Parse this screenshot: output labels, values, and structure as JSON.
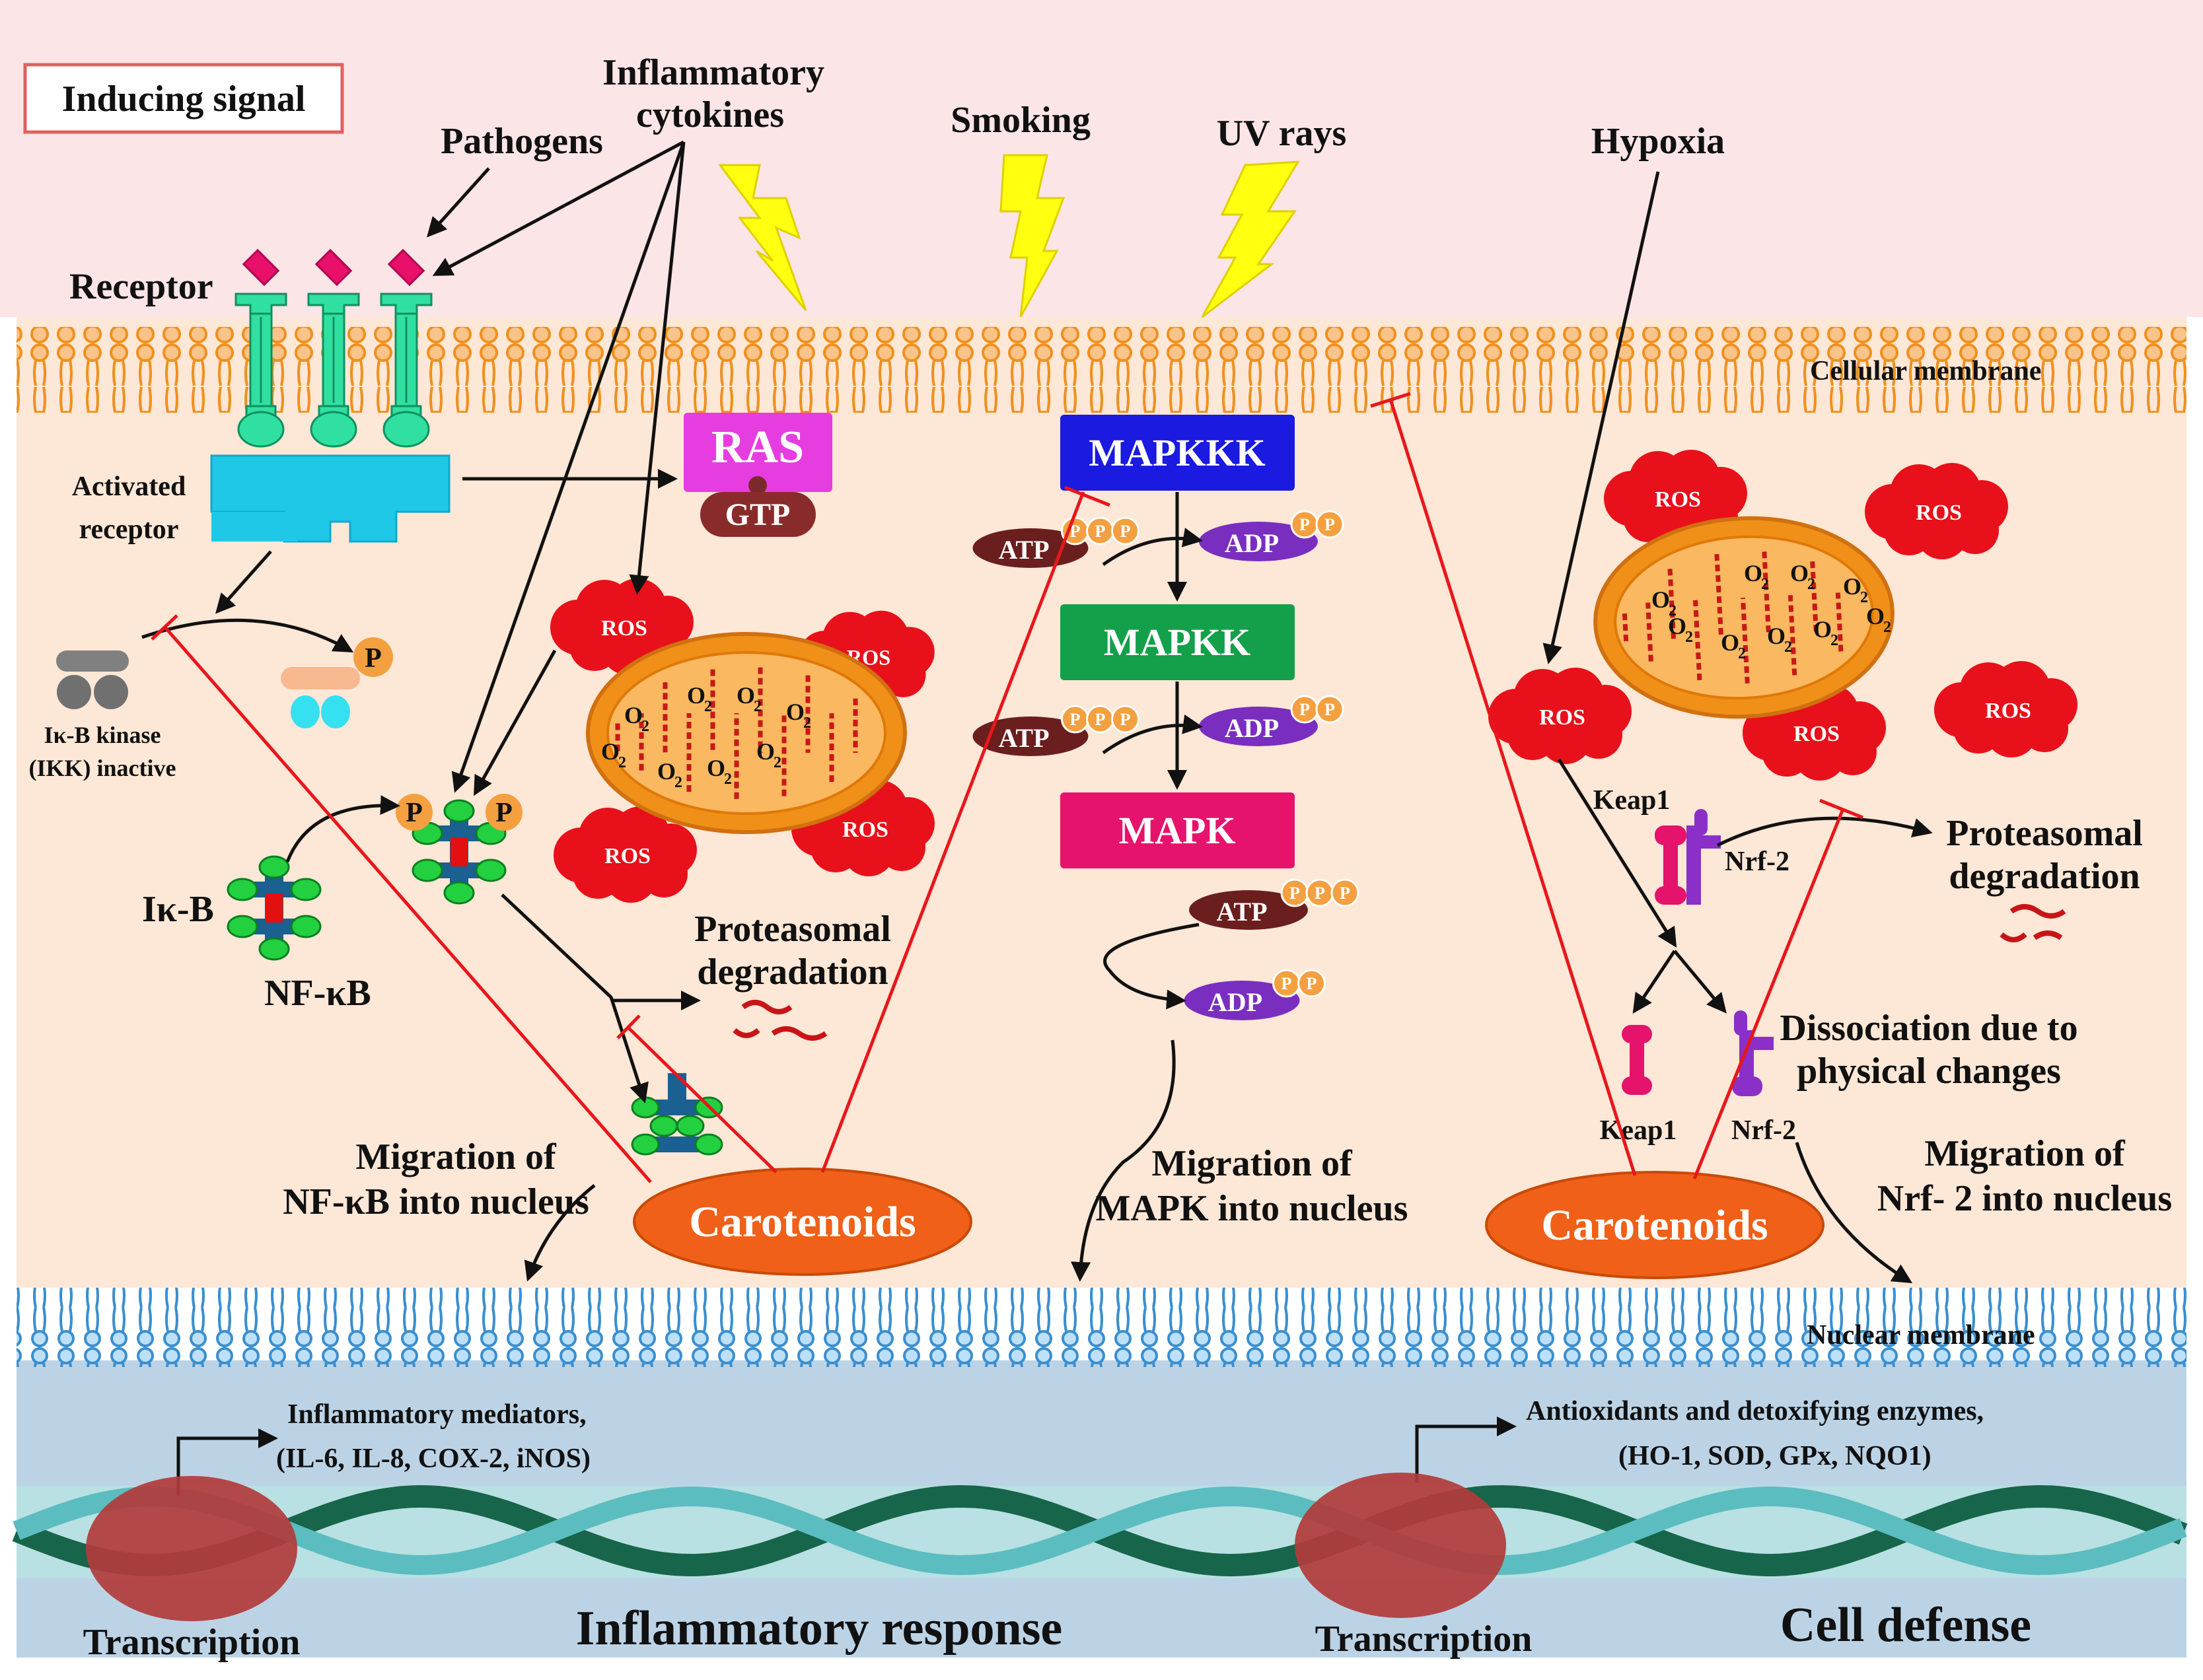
{
  "colors": {
    "outside": "#fbe5e6",
    "cytoplasm": "#fde7d6",
    "nucleus": "#bcd3e6",
    "membrane": "#f0901e",
    "nuclear_membrane": "#3a8fd0",
    "inhibit": "#e8161c",
    "ros": "#e8101a",
    "ras": "#e63de0",
    "mapkkk": "#1a1ae0",
    "mapkk": "#14a04a",
    "mapk": "#e5136b",
    "carotenoid": "#f06018",
    "dna": "#17654a"
  },
  "labels": {
    "inducing_signal": "Inducing signal",
    "inflammatory_cytokines_1": "Inflammatory",
    "inflammatory_cytokines_2": "cytokines",
    "pathogens": "Pathogens",
    "smoking": "Smoking",
    "uv_rays": "UV rays",
    "hypoxia": "Hypoxia",
    "receptor": "Receptor",
    "cellular_membrane": "Cellular membrane",
    "activated_receptor_1": "Activated",
    "activated_receptor_2": "receptor",
    "ikk_1": "Iκ-B kinase",
    "ikk_2": "(IKK) inactive",
    "ikb": "Iκ-B",
    "nfkb": "NF-κB",
    "p": "P",
    "ras": "RAS",
    "gtp": "GTP",
    "ros": "ROS",
    "o2": "O",
    "o2_sub": "2",
    "mapkkk": "MAPKKK",
    "mapkk": "MAPKK",
    "mapk": "MAPK",
    "atp": "ATP",
    "adp": "ADP",
    "proteasomal_1": "Proteasomal",
    "proteasomal_2": "degradation",
    "migration_nfkb_1": "Migration of",
    "migration_nfkb_2": "NF-κB into nucleus",
    "migration_mapk_1": "Migration of",
    "migration_mapk_2": "MAPK into nucleus",
    "migration_nrf2_1": "Migration of",
    "migration_nrf2_2": "Nrf- 2 into nucleus",
    "carotenoids": "Carotenoids",
    "keap1": "Keap1",
    "nrf2": "Nrf-2",
    "dissociation_1": "Dissociation due to",
    "dissociation_2": "physical changes",
    "nuclear_membrane": "Nuclear membrane",
    "inflam_mediators_1": "Inflammatory mediators,",
    "inflam_mediators_2": "(IL-6, IL-8, COX-2, iNOS)",
    "antioxidants_1": "Antioxidants and detoxifying enzymes,",
    "antioxidants_2": "(HO-1, SOD, GPx, NQO1)",
    "transcription": "Transcription",
    "inflammatory_response": "Inflammatory response",
    "cell_defense": "Cell defense"
  }
}
